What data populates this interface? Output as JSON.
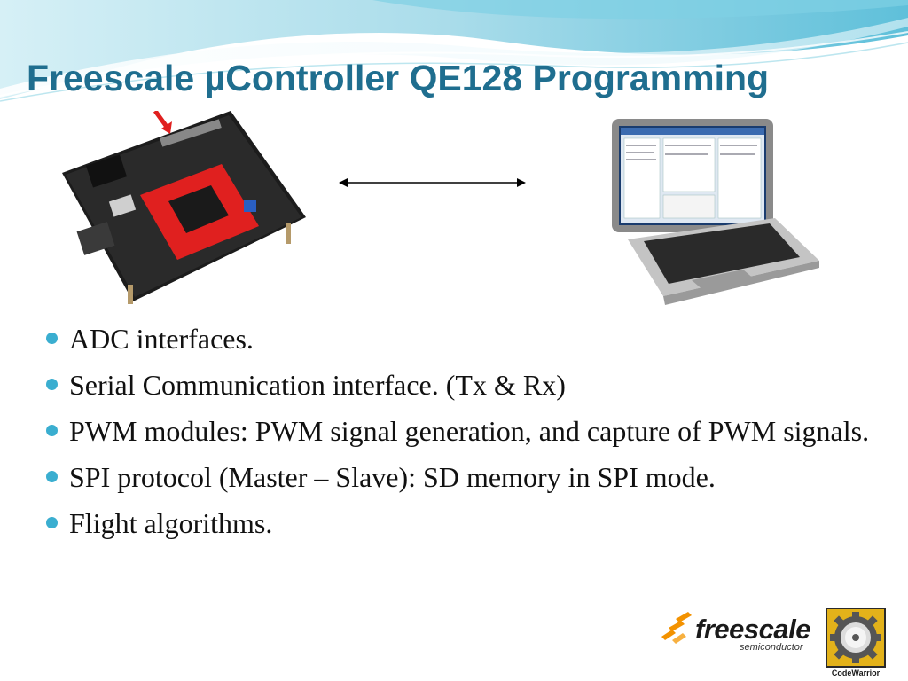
{
  "slide": {
    "title": "Freescale µController QE128 Programming",
    "bullets": [
      "ADC interfaces.",
      "Serial Communication interface. (Tx & Rx)",
      "PWM modules: PWM signal generation, and capture of PWM signals.",
      "SPI protocol (Master – Slave): SD memory in SPI mode.",
      "Flight algorithms."
    ]
  },
  "logos": {
    "freescale_word": "freescale",
    "freescale_sub": "semiconductor",
    "codewarrior_label": "CodeWarrior"
  },
  "colors": {
    "title": "#1f6e8f",
    "bullet": "#3aaed0",
    "wave_light": "#bfe6f0",
    "wave_mid": "#62c1db",
    "freescale_orange": "#f39200"
  }
}
